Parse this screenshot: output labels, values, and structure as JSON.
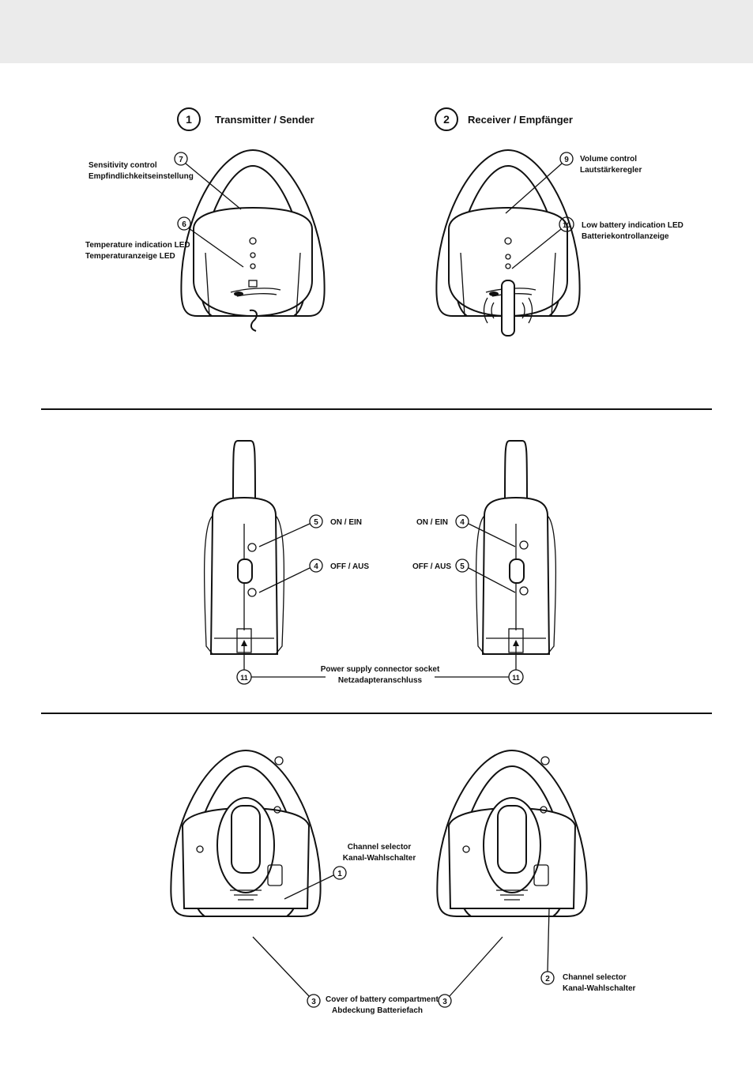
{
  "colors": {
    "header_band": "#ebebeb",
    "ink": "#111111",
    "paper": "#ffffff"
  },
  "front_view": {
    "transmitter": {
      "badge": "1",
      "title": "Transmitter / Sender",
      "callouts": [
        {
          "number": "7",
          "line1": "Sensitivity control",
          "line2": "Empfindlichkeitseinstellung"
        },
        {
          "number": "6",
          "line1": "Temperature indication LED",
          "line2": "Temperaturanzeige LED"
        }
      ]
    },
    "receiver": {
      "badge": "2",
      "title": "Receiver / Empfänger",
      "callouts": [
        {
          "number": "9",
          "line1": "Volume control",
          "line2": "Lautstärkeregler"
        },
        {
          "number": "10",
          "line1": "Low battery indication LED",
          "line2": "Batteriekontrollanzeige"
        }
      ]
    }
  },
  "side_view": {
    "left": [
      {
        "number": "5",
        "label": "ON / EIN"
      },
      {
        "number": "4",
        "label": "OFF / AUS"
      }
    ],
    "right": [
      {
        "number": "4",
        "label": "ON / EIN"
      },
      {
        "number": "5",
        "label": "OFF / AUS"
      }
    ],
    "power_socket": {
      "left_number": "11",
      "right_number": "11",
      "line1": "Power supply connector socket",
      "line2": "Netzadapteranschluss"
    }
  },
  "back_view": {
    "left": [
      {
        "number": "1",
        "line1": "Channel selector",
        "line2": "Kanal-Wahlschalter"
      },
      {
        "number": "3",
        "line1": "Cover of battery compartment",
        "line2": "Abdeckung Batteriefach"
      }
    ],
    "right": [
      {
        "number": "2",
        "line1": "Channel selector",
        "line2": "Kanal-Wahlschalter"
      },
      {
        "number": "3",
        "line1": "",
        "line2": ""
      }
    ]
  }
}
